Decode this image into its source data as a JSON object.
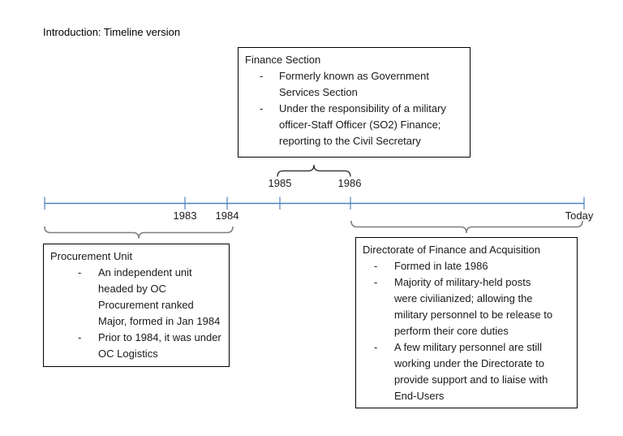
{
  "title": "Introduction: Timeline version",
  "bullet_marker": "-",
  "colors": {
    "timeline_blue": "#4f81bd",
    "brace_gray": "#7f7f7f",
    "brace_black": "#262626"
  },
  "timeline": {
    "labels_below": [
      "1983",
      "1984"
    ],
    "labels_above": [
      "1985",
      "1986"
    ],
    "today_label": "Today",
    "tick_years_order": [
      "start",
      "1983",
      "1984",
      "1985",
      "1986",
      "Today"
    ]
  },
  "boxes": {
    "finance": {
      "title": "Finance Section",
      "bullets": [
        {
          "lines": [
            "Formerly known as Government",
            "Services Section"
          ]
        },
        {
          "lines": [
            "Under the responsibility of a military",
            "officer-Staff Officer (SO2) Finance;",
            "reporting to the Civil Secretary"
          ]
        }
      ]
    },
    "procurement": {
      "title": "Procurement Unit",
      "bullets": [
        {
          "lines": [
            "An independent unit",
            "headed by OC",
            "Procurement ranked",
            "Major, formed in Jan 1984"
          ]
        },
        {
          "lines": [
            "Prior to 1984, it was under",
            "OC Logistics"
          ]
        }
      ]
    },
    "directorate": {
      "title": "Directorate of Finance and Acquisition",
      "bullets": [
        {
          "lines": [
            "Formed in late 1986"
          ]
        },
        {
          "lines": [
            "Majority of military-held posts",
            "were civilianized; allowing the",
            "military personnel to be release to",
            "perform their core duties"
          ]
        },
        {
          "lines": [
            "A few military personnel are still",
            "working under the Directorate to",
            "provide support and to liaise with",
            "End-Users"
          ]
        }
      ]
    }
  }
}
